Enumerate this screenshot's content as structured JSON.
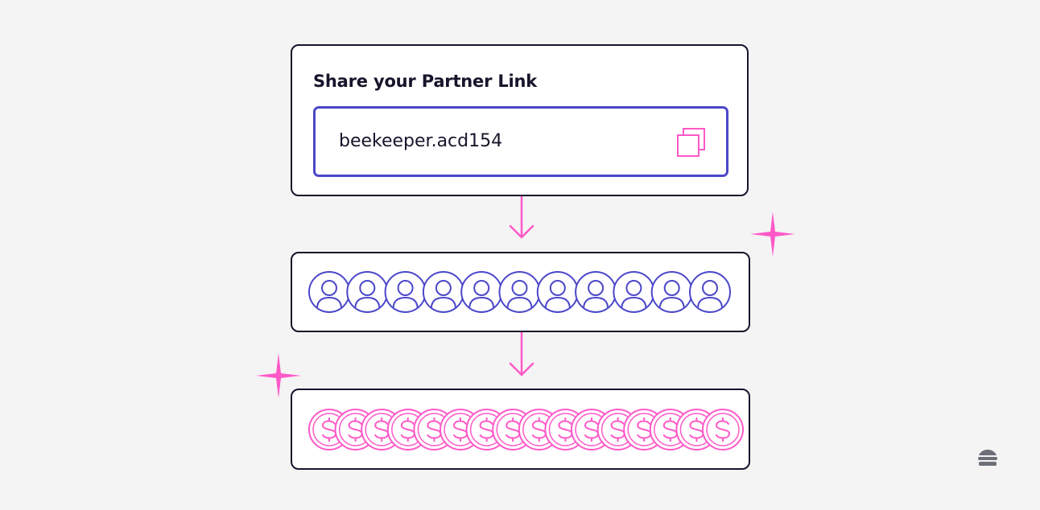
{
  "share": {
    "title": "Share your Partner Link",
    "link_value": "beekeeper.acd154"
  },
  "icons": {
    "copy": "copy-icon",
    "user": "user-circle-icon",
    "coin": "dollar-coin-icon",
    "sparkle": "sparkle-icon",
    "logo": "beehive-logo-icon"
  },
  "colors": {
    "background": "#f4f4f4",
    "border": "#17152b",
    "accent_blue": "#4b47c9",
    "accent_pink": "#ff59c8"
  },
  "counts": {
    "users": 11,
    "coins": 16
  }
}
